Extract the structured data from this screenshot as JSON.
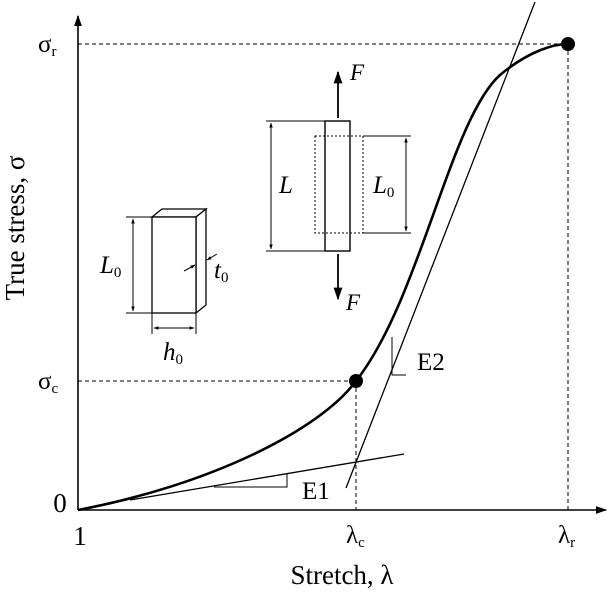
{
  "axes": {
    "x_label": "Stretch, λ",
    "y_label": "True stress, σ",
    "x_origin_tick": "1",
    "y_origin_tick": "0"
  },
  "markers": {
    "sigma_r_sym": "σ",
    "sigma_r_sub": "r",
    "sigma_c_sym": "σ",
    "sigma_c_sub": "c",
    "lambda_c_sym": "λ",
    "lambda_c_sub": "c",
    "lambda_r_sym": "λ",
    "lambda_r_sub": "r"
  },
  "slopes": {
    "e1": "E1",
    "e2": "E2"
  },
  "specimen": {
    "l0_sym": "L",
    "l0_sub": "0",
    "t0_sym": "t",
    "t0_sub": "0",
    "h0_sym": "h",
    "h0_sub": "0"
  },
  "loading": {
    "force_top": "F",
    "force_bottom": "F",
    "stretched_length": "L",
    "l0_sym": "L",
    "l0_sub": "0"
  },
  "colors": {
    "ink": "#000000",
    "background": "#ffffff"
  }
}
